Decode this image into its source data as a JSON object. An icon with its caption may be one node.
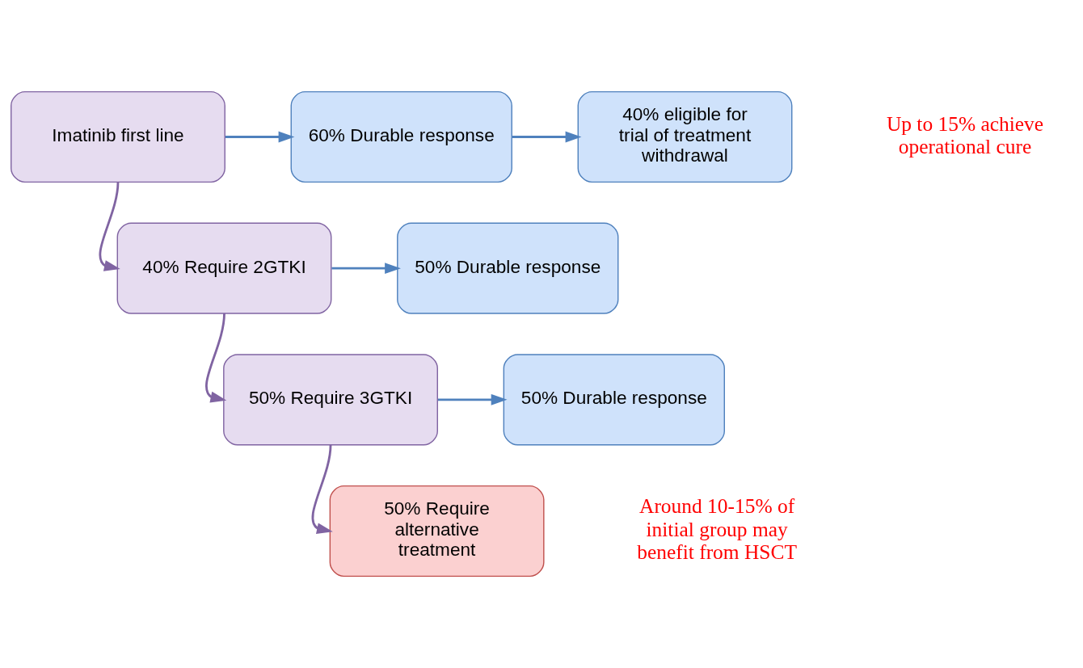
{
  "diagram": {
    "nodes": [
      {
        "text": [
          "Imatinib first line"
        ]
      },
      {
        "text": [
          "60% Durable response"
        ]
      },
      {
        "text": [
          "40% eligible for trial of treatment withdrawal"
        ]
      },
      {
        "text": [
          "40% Require 2GTKI"
        ]
      },
      {
        "text": [
          "50% Durable response"
        ]
      },
      {
        "text": [
          "50% Require 3GTKI"
        ]
      },
      {
        "text": [
          "50% Durable response"
        ]
      },
      {
        "text": [
          "50% Require alternative treatment"
        ]
      }
    ],
    "edges": [
      {
        "from": 0,
        "to": 1,
        "arrow": "to"
      },
      {
        "from": 1,
        "to": 2,
        "arrow": "to"
      },
      {
        "from": 0,
        "to": 3,
        "arrow": "to",
        "color": "#8064a2"
      },
      {
        "from": 3,
        "to": 4,
        "arrow": "to"
      },
      {
        "from": 3,
        "to": 5,
        "arrow": "to",
        "color": "#8064a2"
      },
      {
        "from": 5,
        "to": 6,
        "arrow": "to"
      },
      {
        "from": 5,
        "to": 7,
        "arrow": "to",
        "color": "#8064a2"
      }
    ],
    "labels": [
      "Up to 15% achieve operational cure",
      "Around 10-15% of initial group may benefit from HSCT"
    ]
  }
}
